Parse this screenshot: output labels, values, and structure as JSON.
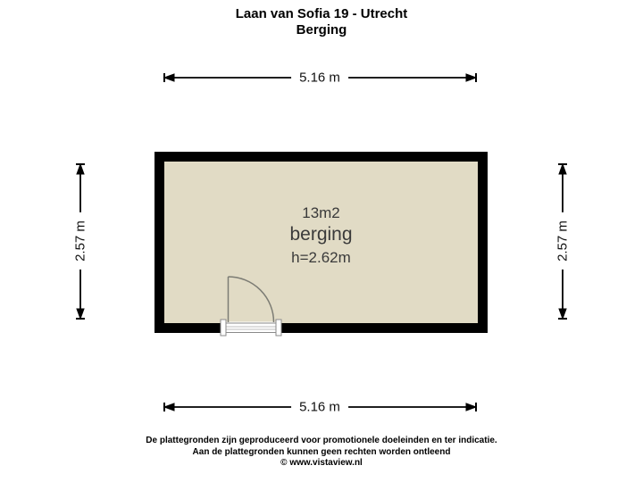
{
  "title": {
    "line1": "Laan van Sofia 19 - Utrecht",
    "line2": "Berging"
  },
  "floorplan": {
    "room": {
      "area_label": "13m2",
      "name_label": "berging",
      "ceiling_height_label": "h=2.62m",
      "floor_color": "#e1dbc5",
      "wall_color": "#000000"
    },
    "dimensions": {
      "top_width": "5.16 m",
      "bottom_width": "5.16 m",
      "left_height": "2.57 m",
      "right_height": "2.57 m"
    }
  },
  "footer": {
    "line1": "De plattegronden zijn geproduceerd voor promotionele doeleinden en ter indicatie.",
    "line2": "Aan de plattegronden kunnen geen rechten worden ontleend",
    "line3": "© www.vistaview.nl"
  }
}
